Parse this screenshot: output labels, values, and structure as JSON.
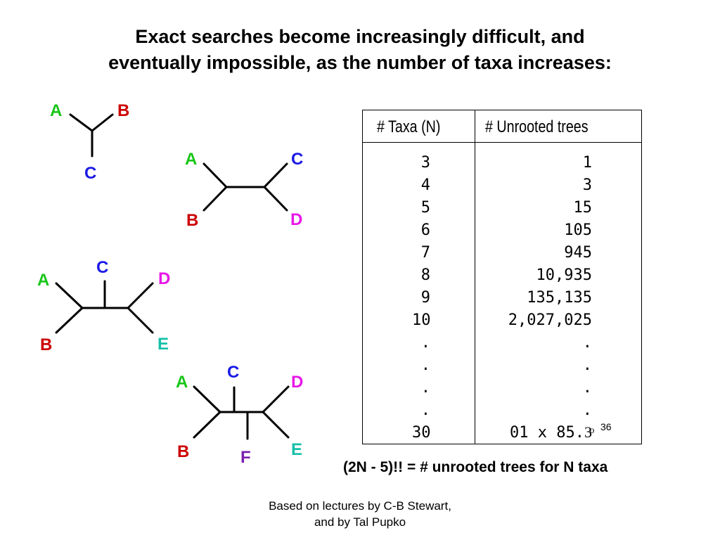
{
  "title": {
    "line1": "Exact searches become increasingly difficult, and",
    "line2": "eventually impossible, as the number of taxa increases:"
  },
  "colors": {
    "green": "#17c617",
    "red": "#cc0000",
    "blue": "#1a1ae6",
    "magenta": "#e817e8",
    "teal": "#15c0a8",
    "purple": "#7a1fb0"
  },
  "trees": {
    "tree3": {
      "A": "A",
      "B": "B",
      "C": "C"
    },
    "tree4": {
      "A": "A",
      "B": "B",
      "C": "C",
      "D": "D"
    },
    "tree5": {
      "A": "A",
      "B": "B",
      "C": "C",
      "D": "D",
      "E": "E"
    },
    "tree6": {
      "A": "A",
      "B": "B",
      "C": "C",
      "D": "D",
      "E": "E",
      "F": "F"
    }
  },
  "table": {
    "headers": {
      "taxa": "# Taxa (N)",
      "trees": "# Unrooted trees"
    },
    "rows": [
      {
        "n": "3",
        "trees": "1"
      },
      {
        "n": "4",
        "trees": "3"
      },
      {
        "n": "5",
        "trees": "15"
      },
      {
        "n": "6",
        "trees": "105"
      },
      {
        "n": "7",
        "trees": "945"
      },
      {
        "n": "8",
        "trees": "10,935"
      },
      {
        "n": "9",
        "trees": "135,135"
      },
      {
        "n": "10",
        "trees": "2,027,025"
      },
      {
        "n": ".",
        "trees": "."
      },
      {
        "n": ".",
        "trees": "."
      },
      {
        "n": ".",
        "trees": "."
      },
      {
        "n": ".",
        "trees": "."
      },
      {
        "n": "30",
        "trees": "01 x 85.3ͦ"
      }
    ],
    "superscript": "36"
  },
  "formula": "(2N - 5)!! = # unrooted trees for N taxa",
  "credit": {
    "line1": "Based on lectures by C-B Stewart,",
    "line2": "and by Tal Pupko"
  }
}
